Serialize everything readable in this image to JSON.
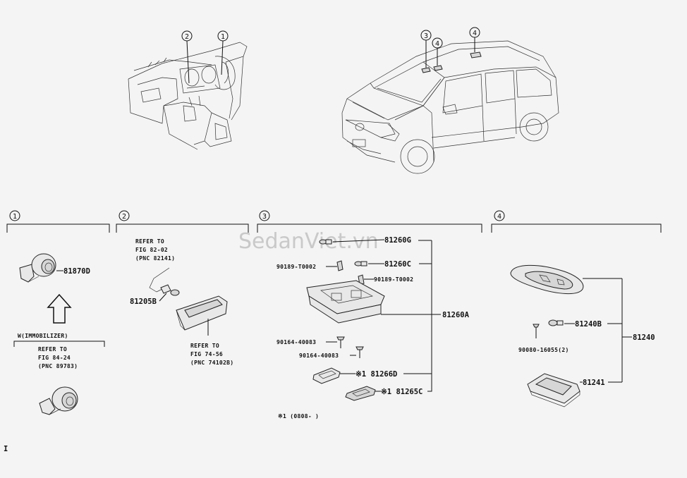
{
  "watermark": "SedanViet.vn",
  "callouts": {
    "c1": "1",
    "c2": "2",
    "c3": "3",
    "c4": "4"
  },
  "section1": {
    "part_81870D": "81870D",
    "w_label": "W(IMMOBILIZER)",
    "refer_1": "REFER TO",
    "refer_2": "FIG 84-24",
    "refer_3": "(PNC 89783)"
  },
  "section2": {
    "refer_a1": "REFER TO",
    "refer_a2": "FIG 82-02",
    "refer_a3": "(PNC 82141)",
    "part_81205B": "81205B",
    "refer_b1": "REFER TO",
    "refer_b2": "FIG 74-56",
    "refer_b3": "(PNC 74102B)"
  },
  "section3": {
    "part_81260G": "81260G",
    "part_90189_a": "90189-T0002",
    "part_81260C": "81260C",
    "part_90189_b": "90189-T0002",
    "part_81260A": "81260A",
    "part_90164_a": "90164-40083",
    "part_90164_b": "90164-40083",
    "part_81266D": "※1 81266D",
    "part_81265C": "※1 81265C",
    "footnote": "※1 (0808-    )"
  },
  "section4": {
    "part_81240B": "81240B",
    "part_81240": "81240",
    "part_90080": "90080-16055(2)",
    "part_81241": "81241"
  },
  "corner_mark": "I"
}
